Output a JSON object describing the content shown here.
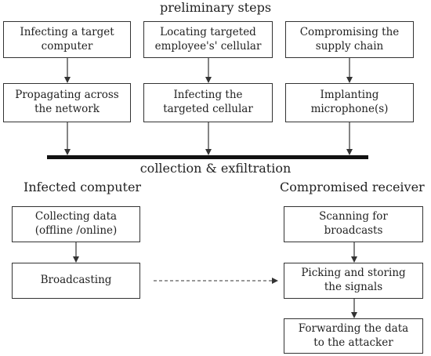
{
  "diagram": {
    "preliminary_heading": "preliminary steps",
    "collection_heading": "collection & exfiltration",
    "infected_heading": "Infected computer",
    "receiver_heading": "Compromised receiver",
    "prelim_top": [
      {
        "line1": "Infecting a target",
        "line2": "computer"
      },
      {
        "line1": "Locating targeted",
        "line2": "employee's' cellular"
      },
      {
        "line1": "Compromising the",
        "line2": "supply chain"
      }
    ],
    "prelim_bottom": [
      {
        "line1": "Propagating across",
        "line2": "the network"
      },
      {
        "line1": "Infecting the",
        "line2": "targeted cellular"
      },
      {
        "line1": "Implanting",
        "line2": "microphone(s)"
      }
    ],
    "infected_steps": [
      {
        "line1": "Collecting data",
        "line2": "(offline /online)"
      },
      {
        "line1": "Broadcasting",
        "line2": ""
      }
    ],
    "receiver_steps": [
      {
        "line1": "Scanning for",
        "line2": "broadcasts"
      },
      {
        "line1": "Picking and storing",
        "line2": "the signals"
      },
      {
        "line1": "Forwarding the data",
        "line2": "to the attacker"
      }
    ]
  }
}
